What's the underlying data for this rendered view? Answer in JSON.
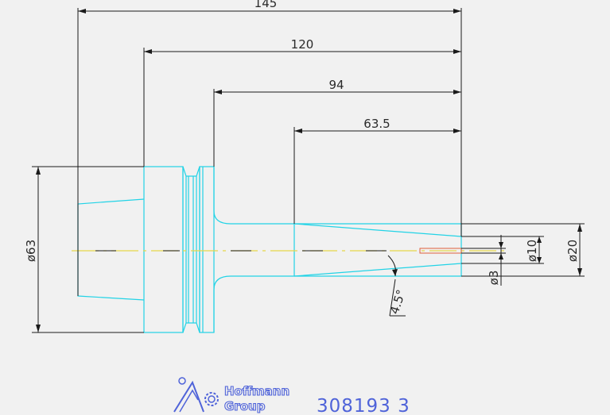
{
  "colors": {
    "background": "#f1f1f1",
    "outline": "#22d3e6",
    "dimension": "#1a1a1a",
    "centerline": "#e6d84a",
    "detail_red": "#e0603a",
    "brand_blue": "#4f63d9"
  },
  "dimensions": {
    "len_total": "145",
    "len_flange": "120",
    "len_neck": "94",
    "len_taper": "63.5",
    "dia_flange": "ø63",
    "dia_bore": "ø10",
    "dia_tip": "ø20",
    "dia_pin": "ø3",
    "angle": "4.5°"
  },
  "title_block": {
    "brand_line1": "Hoffmann",
    "brand_line2": "Group",
    "drawing_number": "308193 3"
  }
}
